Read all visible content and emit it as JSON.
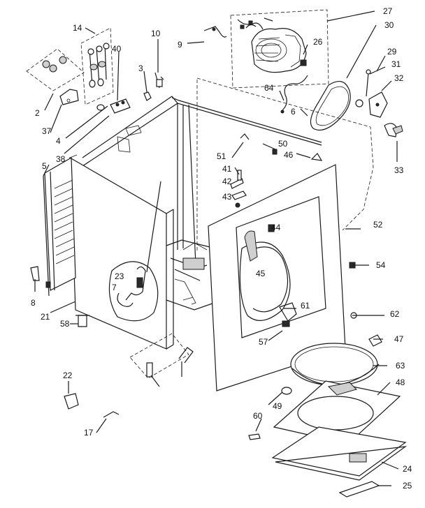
{
  "diagram": {
    "callouts": [
      "27",
      "30",
      "29",
      "31",
      "32",
      "33",
      "26",
      "64",
      "6",
      "10",
      "14",
      "9",
      "3",
      "40",
      "2",
      "37",
      "4",
      "5",
      "38",
      "50",
      "46",
      "41",
      "42",
      "43",
      "51",
      "44",
      "52",
      "45",
      "54",
      "61",
      "62",
      "23",
      "7",
      "8",
      "21",
      "58",
      "57",
      "47",
      "63",
      "48",
      "49",
      "60",
      "24",
      "25",
      "22",
      "17"
    ]
  }
}
